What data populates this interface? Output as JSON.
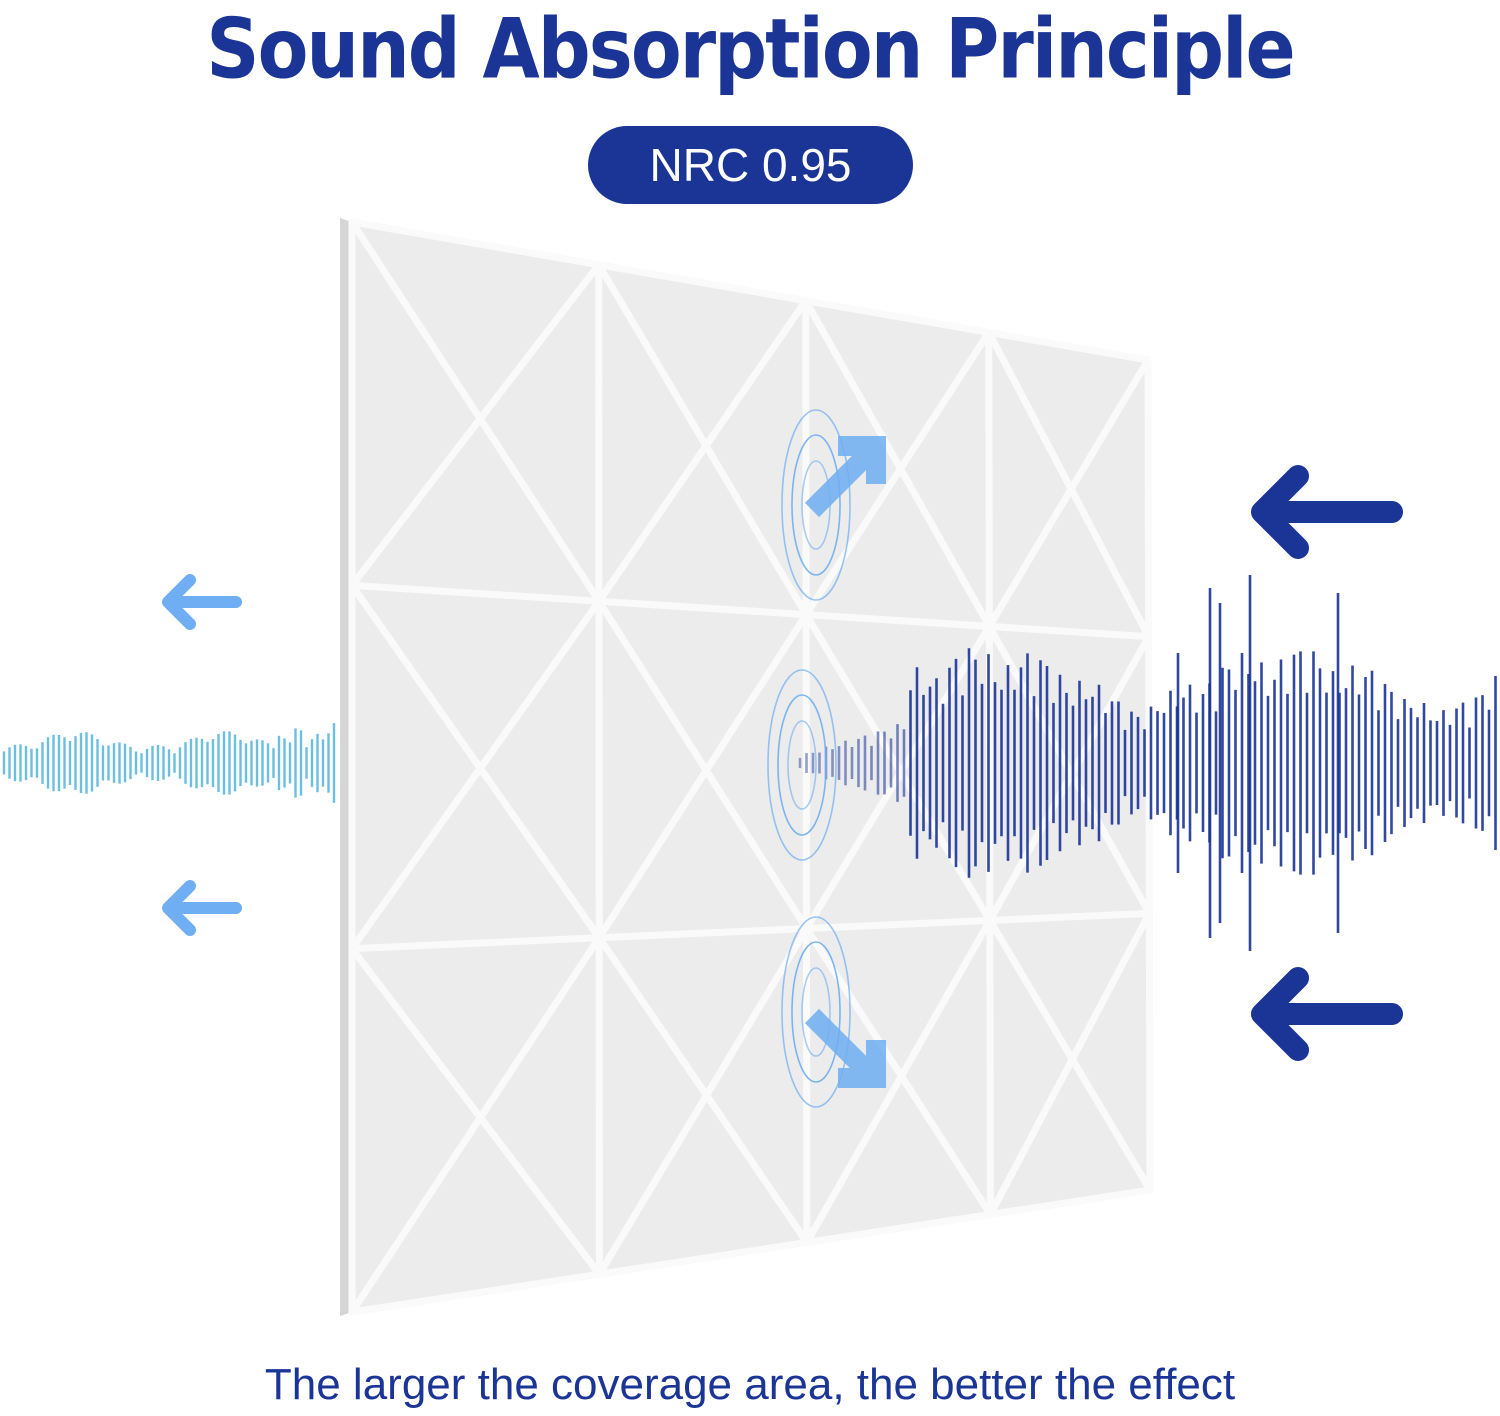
{
  "title": "Sound Absorption Principle",
  "badge": "NRC 0.95",
  "caption": "The larger the coverage area, the better the effect",
  "colors": {
    "navy": "#1B3596",
    "light_blue": "#6FAEF2",
    "cyan_wave": "#6BBFE0",
    "panel_face": "#ECECEC",
    "panel_edge": "#D6D6D6",
    "panel_ridge": "#FAFAFA"
  },
  "icons": {
    "incoming": "arrow-left-navy",
    "absorbed": "arrow-left-light-blue",
    "diffused": "arrow-diagonal-light-blue"
  }
}
